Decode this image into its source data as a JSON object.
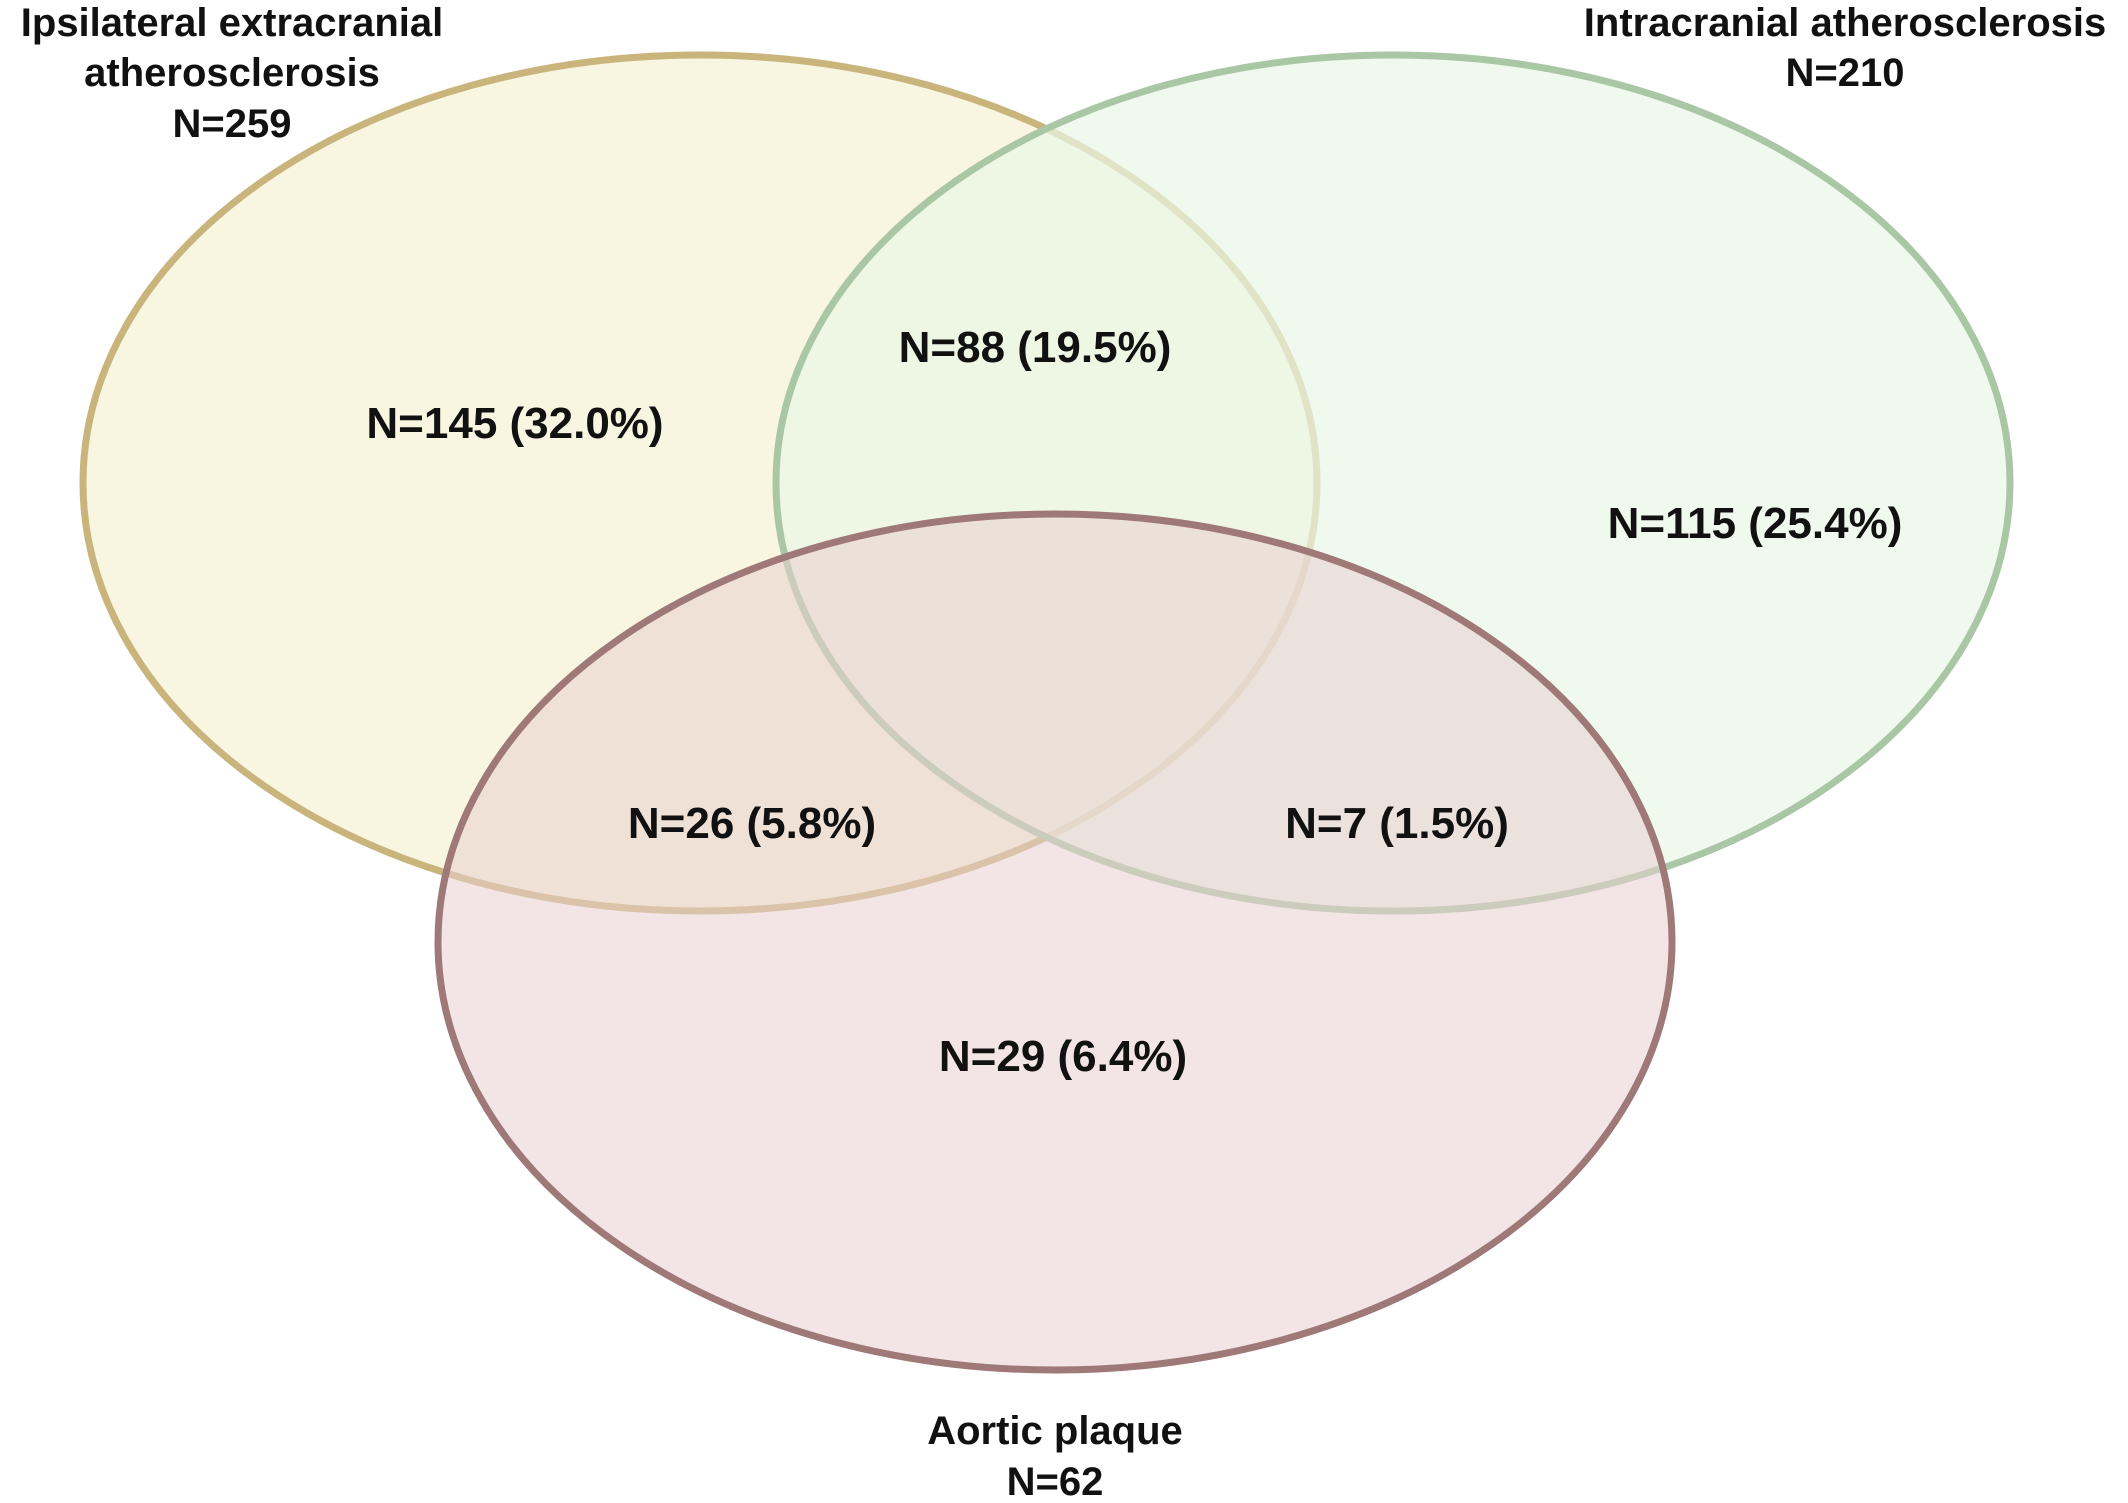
{
  "sets": [
    {
      "key": "extracranial",
      "name_line1": "Ipsilateral extracranial",
      "name_line2": "atherosclerosis",
      "total": "N=259",
      "fill": "#f7f3dc",
      "stroke": "#c9b47c"
    },
    {
      "key": "intracranial",
      "name_line1": "Intracranial atherosclerosis",
      "total": "N=210",
      "fill": "#eaf6e6",
      "stroke": "#a9c7a4"
    },
    {
      "key": "aortic",
      "name_line1": "Aortic plaque",
      "total": "N=62",
      "fill": "#e9cfcf",
      "stroke": "#9f7878"
    }
  ],
  "regions": {
    "extracranial_only": "N=145 (32.0%)",
    "extracranial_intracranial": "N=88 (19.5%)",
    "intracranial_only": "N=115 (25.4%)",
    "extracranial_aortic": "N=26 (5.8%)",
    "intracranial_aortic": "N=7 (1.5%)",
    "aortic_only": "N=29 (6.4%)"
  }
}
